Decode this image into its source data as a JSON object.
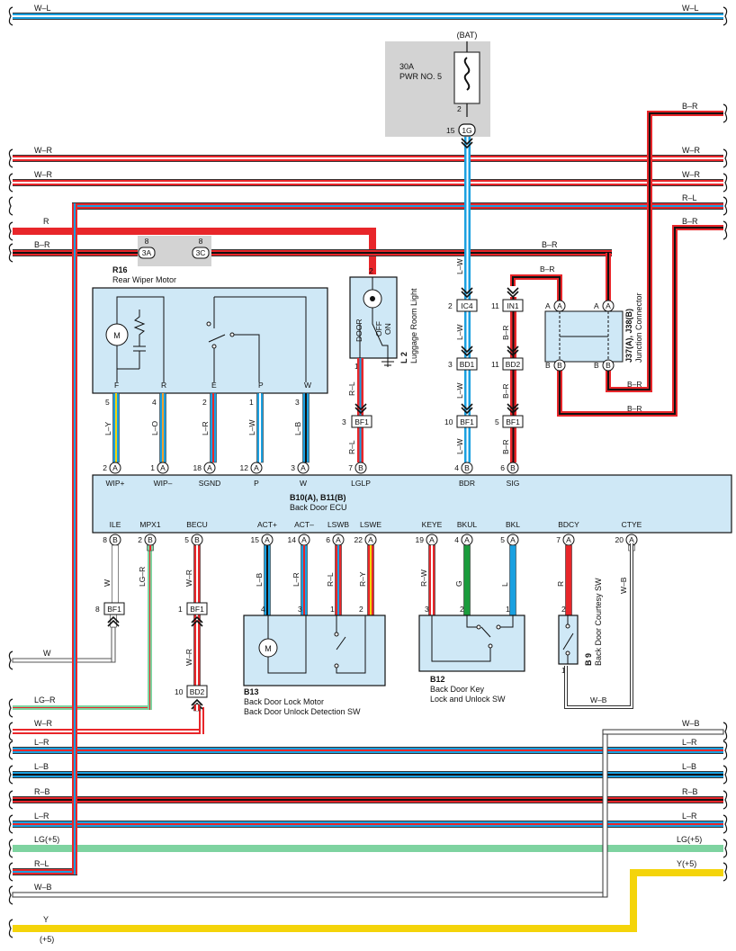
{
  "colors": {
    "white": "#ffffff",
    "black": "#111111",
    "red": "#e8262a",
    "blue": "#1aa0e0",
    "green": "#1a9c3c",
    "lgreen": "#7ed3a0",
    "yellow": "#f4d40a",
    "orange": "#f0a030",
    "box": "#cfe8f6",
    "gray": "#d3d3d3"
  },
  "bus_labels": {
    "wl": "W–L",
    "wr": "W–R",
    "rl": "R–L",
    "r": "R",
    "br": "B–R",
    "lr": "L–R",
    "lb": "L–B",
    "rb": "R–B",
    "lg5": "LG(+5)",
    "wb": "W–B",
    "w": "W",
    "lgr": "LG–R",
    "y5": "Y(+5)",
    "y": "Y",
    "p5": "(+5)"
  },
  "bat": {
    "label": "(BAT)",
    "fuse_amp": "30A",
    "fuse_name": "PWR NO. 5",
    "pin_2": "2",
    "pin_15": "15",
    "conn": "1G"
  },
  "conn3": {
    "pin": "8",
    "a": "3A",
    "c": "3C"
  },
  "wiper": {
    "id": "R16",
    "name": "Rear Wiper Motor",
    "motor": "M",
    "terms": [
      "F",
      "R",
      "E",
      "P",
      "W"
    ],
    "pins": [
      "5",
      "4",
      "2",
      "1",
      "3"
    ],
    "wires": [
      "L–Y",
      "L–O",
      "L–R",
      "L–W",
      "L–B"
    ]
  },
  "lamp": {
    "id": "L 2",
    "name": "Luggage Room Light",
    "pin_top": "2",
    "pin_bot": "1",
    "sw": [
      "DOOR",
      "OFF",
      "ON"
    ],
    "wire": "R–L",
    "conn_pin": "3",
    "conn": "BF1",
    "wire2": "R–L"
  },
  "bdr_chain": {
    "wire1": "L–W",
    "pin1": "2",
    "conn1": "IC4",
    "wire2": "L–W",
    "pin2": "3",
    "conn2": "BD1",
    "wire3": "L–W",
    "pin3": "10",
    "conn3": "BF1",
    "wire4": "L–W"
  },
  "sig_chain": {
    "top": "B–R",
    "pin1": "11",
    "conn1": "IN1",
    "wire1": "B–R",
    "pin2": "11",
    "conn2": "BD2",
    "wire2": "B–R",
    "pin3": "5",
    "conn3": "BF1",
    "wire3": "B–R"
  },
  "junction": {
    "id": "J37(A), J38(B)",
    "name": "Junction Connector",
    "a": "A",
    "b": "B",
    "top": "B–R",
    "mid": "B–R",
    "bot": "B–R"
  },
  "ecu": {
    "id": "B10(A), B11(B)",
    "name": "Back Door ECU",
    "top": [
      {
        "pin": "2",
        "c": "A",
        "t": "WIP+"
      },
      {
        "pin": "1",
        "c": "A",
        "t": "WIP–"
      },
      {
        "pin": "18",
        "c": "A",
        "t": "SGND"
      },
      {
        "pin": "12",
        "c": "A",
        "t": "P"
      },
      {
        "pin": "3",
        "c": "A",
        "t": "W"
      },
      {
        "pin": "7",
        "c": "B",
        "t": "LGLP"
      },
      {
        "pin": "4",
        "c": "B",
        "t": "BDR"
      },
      {
        "pin": "6",
        "c": "B",
        "t": "SIG"
      }
    ],
    "bot": [
      {
        "pin": "8",
        "c": "B",
        "t": "ILE"
      },
      {
        "pin": "2",
        "c": "B",
        "t": "MPX1"
      },
      {
        "pin": "5",
        "c": "B",
        "t": "BECU"
      },
      {
        "pin": "15",
        "c": "A",
        "t": "ACT+"
      },
      {
        "pin": "14",
        "c": "A",
        "t": "ACT–"
      },
      {
        "pin": "6",
        "c": "A",
        "t": "LSWB"
      },
      {
        "pin": "22",
        "c": "A",
        "t": "LSWE"
      },
      {
        "pin": "19",
        "c": "A",
        "t": "KEYE"
      },
      {
        "pin": "4",
        "c": "A",
        "t": "BKUL"
      },
      {
        "pin": "5",
        "c": "A",
        "t": "BKL"
      },
      {
        "pin": "7",
        "c": "A",
        "t": "BDCY"
      },
      {
        "pin": "20",
        "c": "A",
        "t": "CTYE"
      }
    ]
  },
  "lower_wires": {
    "ile": "W",
    "mpx1": "LG–R",
    "becu": "W–R",
    "becu2": "W–R",
    "act_p": "L–B",
    "act_m": "L–R",
    "lswb": "R–L",
    "lswe": "R–Y",
    "keye": "R–W",
    "bkul": "G",
    "bkl": "L",
    "bdcy": "R",
    "ctye": "W–B",
    "ctye2": "W–B"
  },
  "bf1_low": {
    "pin": "8",
    "conn": "BF1"
  },
  "becu_conn": {
    "pin1": "1",
    "conn1": "BF1",
    "pin2": "10",
    "conn2": "BD2"
  },
  "b13": {
    "id": "B13",
    "l1": "Back Door Lock Motor",
    "l2": "Back Door Unlock Detection SW",
    "pins": [
      "4",
      "3",
      "1",
      "2"
    ],
    "motor": "M"
  },
  "b12": {
    "id": "B12",
    "l1": "Back Door Key",
    "l2": "Lock and Unlock SW",
    "pins": [
      "3",
      "2",
      "1"
    ]
  },
  "b9": {
    "id": "B 9",
    "name": "Back Door Courtesy SW",
    "pin2": "2",
    "pin1": "1"
  }
}
